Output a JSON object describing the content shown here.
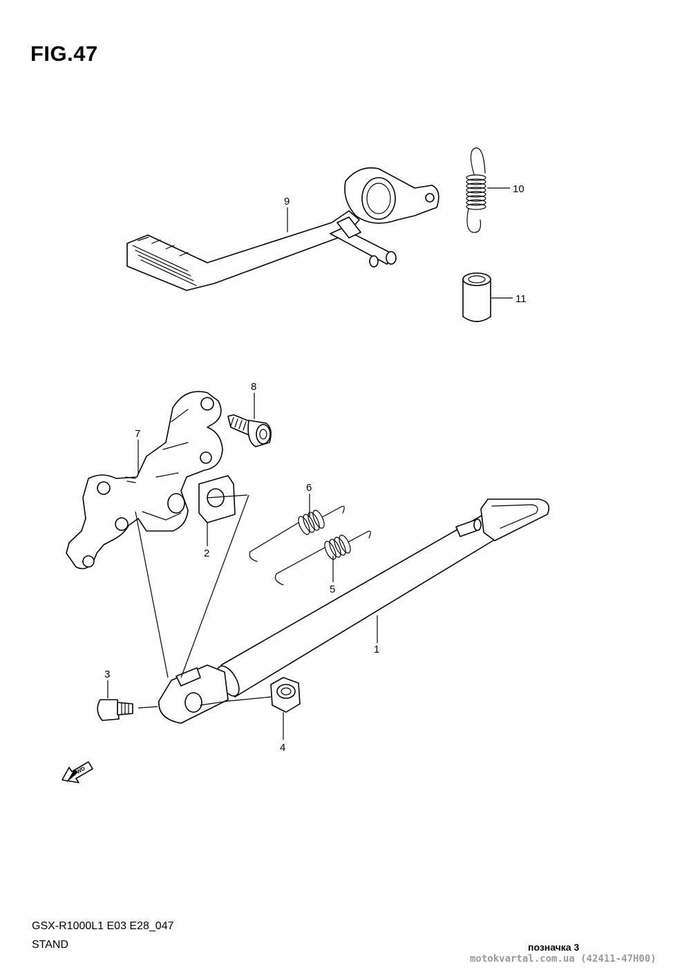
{
  "figure": {
    "title": "FIG.47",
    "model_code": "GSX-R1000L1 E03 E28_047",
    "section_name": "STAND",
    "mark_label": "позначка 3",
    "site_reference": "motokvartal.com.ua (42411-47H00)",
    "fwd_label": "FWD"
  },
  "callouts": [
    {
      "id": "1",
      "part": "stand-leg"
    },
    {
      "id": "2",
      "part": "plate"
    },
    {
      "id": "3",
      "part": "bolt"
    },
    {
      "id": "4",
      "part": "nut"
    },
    {
      "id": "5",
      "part": "spring"
    },
    {
      "id": "6",
      "part": "spring"
    },
    {
      "id": "7",
      "part": "bracket"
    },
    {
      "id": "8",
      "part": "bolt"
    },
    {
      "id": "9",
      "part": "pedal"
    },
    {
      "id": "10",
      "part": "spring"
    },
    {
      "id": "11",
      "part": "spacer"
    }
  ]
}
